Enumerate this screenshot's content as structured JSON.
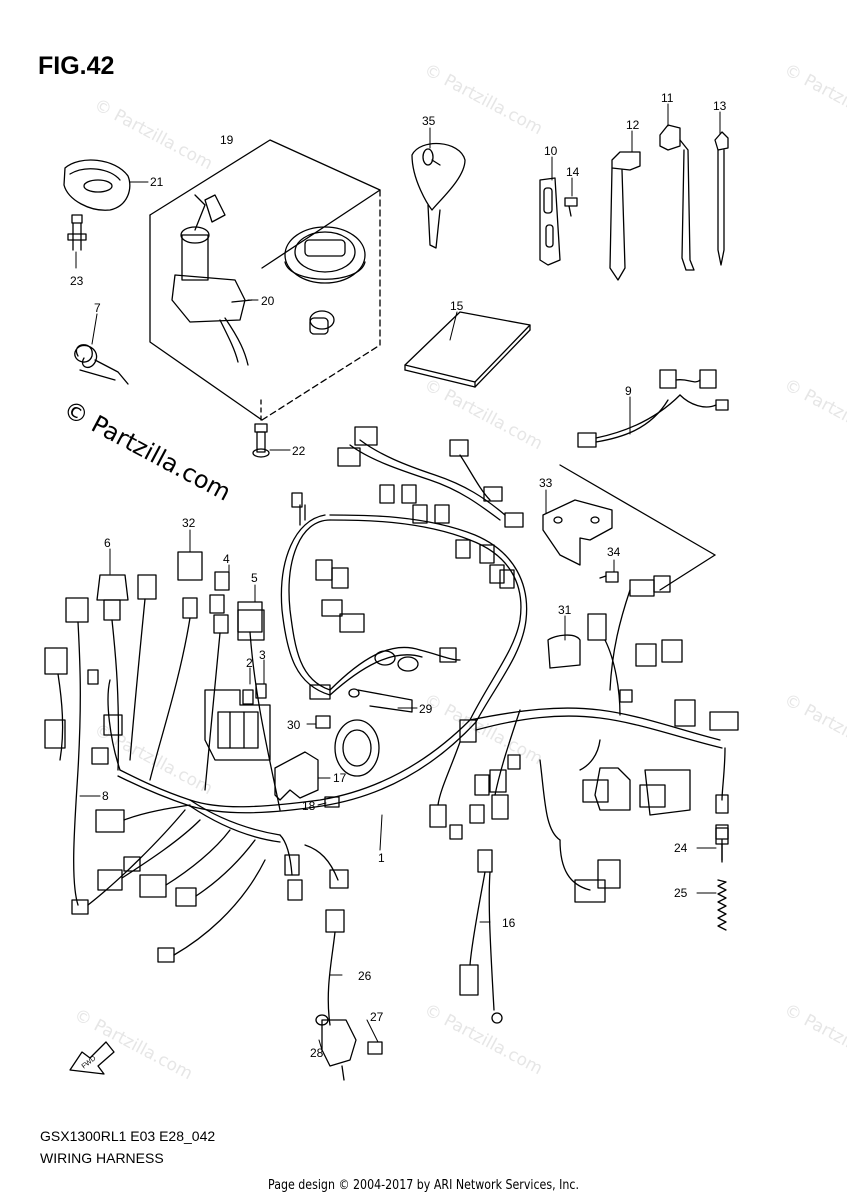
{
  "figure": {
    "title": "FIG.42"
  },
  "model_code": "GSX1300RL1 E03 E28_042",
  "section_name": "WIRING HARNESS",
  "footer": "Page design © 2004-2017 by ARI Network Services, Inc.",
  "watermark": "© Partzilla.com",
  "watermark_faint": "© Partzilla.com",
  "fwd_label": "FWD",
  "callouts": [
    {
      "id": "1",
      "label": "1"
    },
    {
      "id": "2",
      "label": "2"
    },
    {
      "id": "3",
      "label": "3"
    },
    {
      "id": "4",
      "label": "4"
    },
    {
      "id": "5",
      "label": "5"
    },
    {
      "id": "6",
      "label": "6"
    },
    {
      "id": "7",
      "label": "7"
    },
    {
      "id": "8",
      "label": "8"
    },
    {
      "id": "9",
      "label": "9"
    },
    {
      "id": "10",
      "label": "10"
    },
    {
      "id": "11",
      "label": "11"
    },
    {
      "id": "12",
      "label": "12"
    },
    {
      "id": "13",
      "label": "13"
    },
    {
      "id": "14",
      "label": "14"
    },
    {
      "id": "15",
      "label": "15"
    },
    {
      "id": "16",
      "label": "16"
    },
    {
      "id": "17",
      "label": "17"
    },
    {
      "id": "18",
      "label": "18"
    },
    {
      "id": "19",
      "label": "19"
    },
    {
      "id": "20",
      "label": "20"
    },
    {
      "id": "21",
      "label": "21"
    },
    {
      "id": "22",
      "label": "22"
    },
    {
      "id": "23",
      "label": "23"
    },
    {
      "id": "24",
      "label": "24"
    },
    {
      "id": "25",
      "label": "25"
    },
    {
      "id": "26",
      "label": "26"
    },
    {
      "id": "27",
      "label": "27"
    },
    {
      "id": "28",
      "label": "28"
    },
    {
      "id": "29",
      "label": "29"
    },
    {
      "id": "30",
      "label": "30"
    },
    {
      "id": "31",
      "label": "31"
    },
    {
      "id": "32",
      "label": "32"
    },
    {
      "id": "33",
      "label": "33"
    },
    {
      "id": "34",
      "label": "34"
    },
    {
      "id": "35",
      "label": "35"
    }
  ]
}
